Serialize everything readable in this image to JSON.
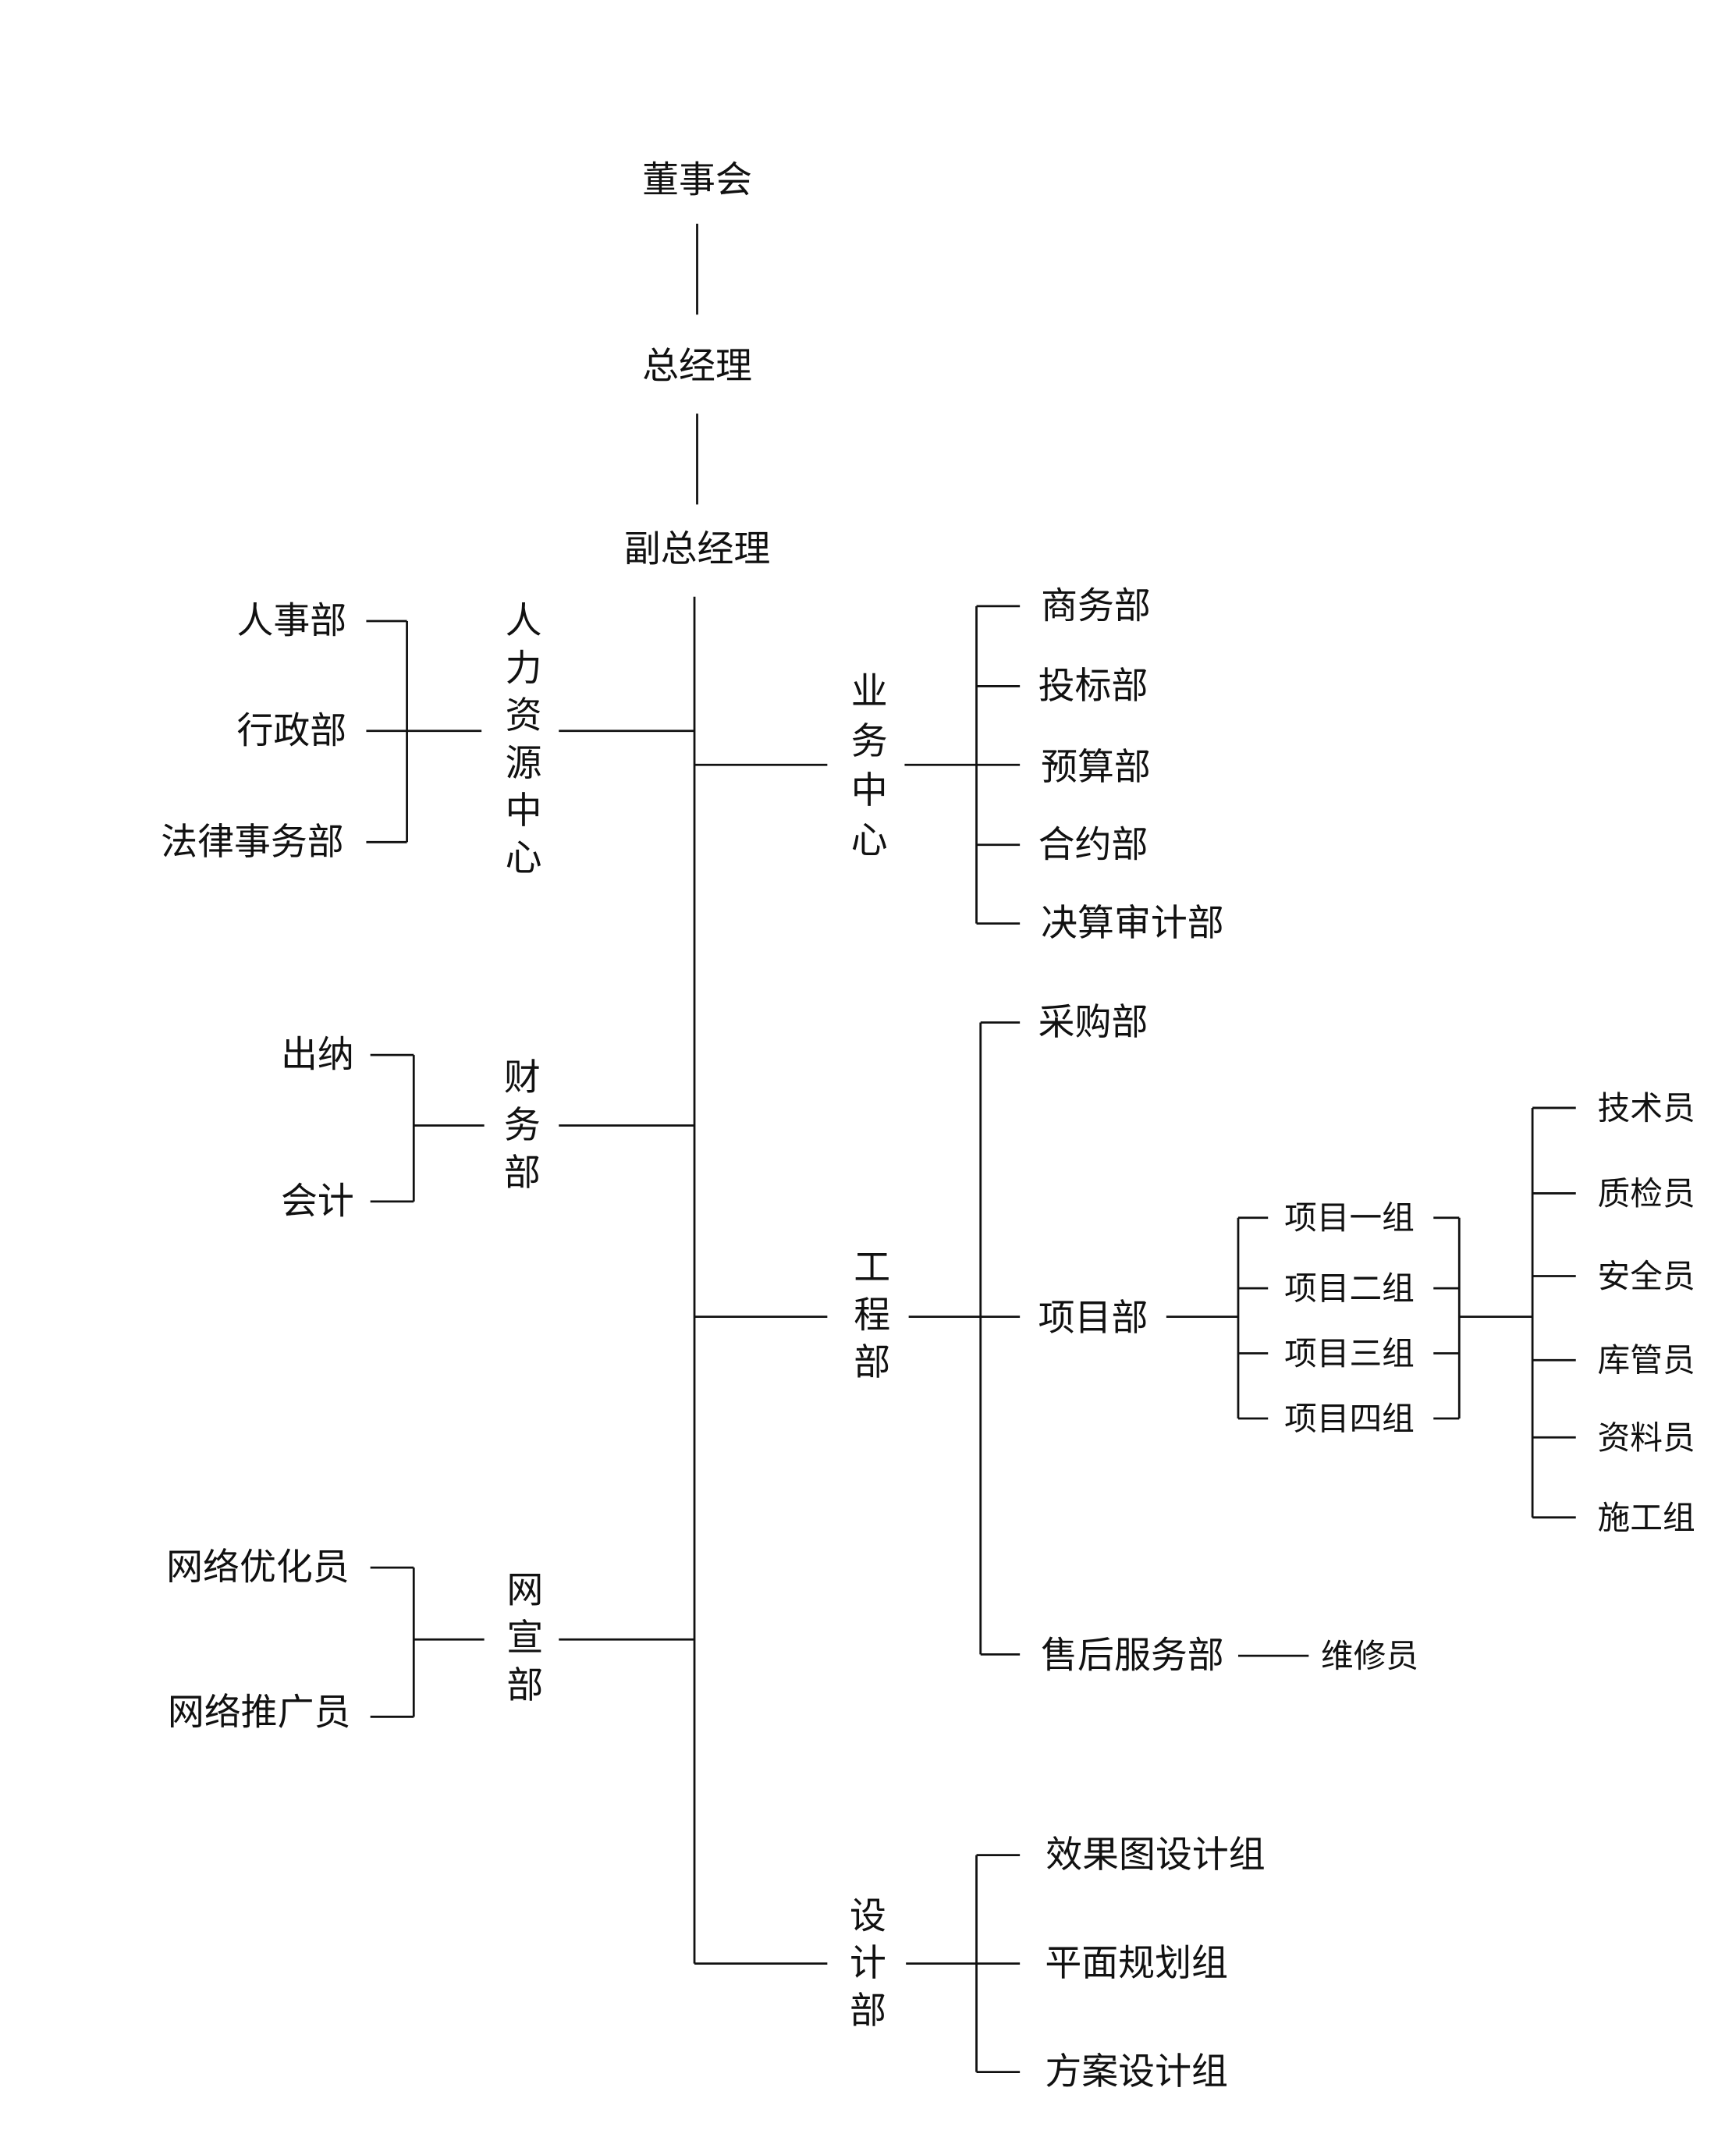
{
  "top": {
    "board": "董事会",
    "gm": "总经理",
    "vgm": "副总经理"
  },
  "hr": {
    "title_chars": [
      "人",
      "力",
      "资",
      "源",
      "中",
      "心"
    ],
    "items": [
      "人事部",
      "行政部",
      "法律事务部"
    ]
  },
  "business": {
    "title_chars": [
      "业",
      "务",
      "中",
      "心"
    ],
    "items": [
      "商务部",
      "投标部",
      "预算部",
      "合约部",
      "决算审计部"
    ]
  },
  "finance": {
    "title_chars": [
      "财",
      "务",
      "部"
    ],
    "items": [
      "出纳",
      "会计"
    ]
  },
  "engineering": {
    "title_chars": [
      "工",
      "程",
      "部"
    ],
    "items": [
      "采购部",
      "项目部",
      "售后服务部"
    ],
    "after_sales_child": "维修员",
    "project_groups": [
      "项目一组",
      "项目二组",
      "项目三组",
      "项目四组"
    ],
    "project_staff": [
      "技术员",
      "质检员",
      "安全员",
      "库管员",
      "资料员",
      "施工组"
    ]
  },
  "network": {
    "title_chars": [
      "网",
      "宣",
      "部"
    ],
    "items": [
      "网络优化员",
      "网络推广员"
    ]
  },
  "design": {
    "title_chars": [
      "设",
      "计",
      "部"
    ],
    "items": [
      "效果图设计组",
      "平面规划组",
      "方案设计组"
    ]
  }
}
